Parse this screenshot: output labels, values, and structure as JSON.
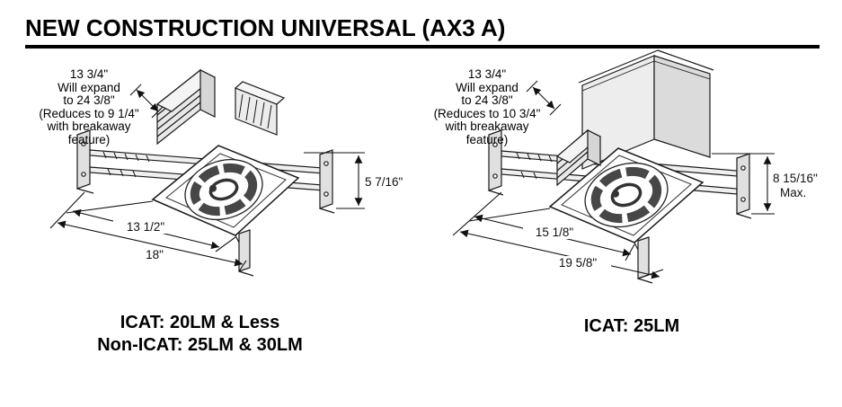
{
  "page": {
    "title": "NEW CONSTRUCTION UNIVERSAL (AX3 A)"
  },
  "figures": {
    "left": {
      "note": {
        "line1": "13 3/4\"",
        "line2": "Will expand",
        "line3": "to 24 3/8\"",
        "line4": "(Reduces to 9 1/4\"",
        "line5": "with breakaway",
        "line6": "feature)"
      },
      "dims": {
        "height": "5 7/16\"",
        "inner_width": "13 1/2\"",
        "outer_width": "18\""
      },
      "caption": {
        "line1": "ICAT: 20LM & Less",
        "line2": "Non-ICAT: 25LM & 30LM"
      }
    },
    "right": {
      "note": {
        "line1": "13 3/4\"",
        "line2": "Will expand",
        "line3": "to 24 3/8\"",
        "line4": "(Reduces to 10 3/4\"",
        "line5": "with breakaway",
        "line6": "feature)"
      },
      "dims": {
        "height": "8 15/16\"",
        "height_qualifier": "Max.",
        "inner_width": "15 1/8\"",
        "outer_width": "19 5/8\""
      },
      "caption": {
        "line1": "ICAT: 25LM"
      }
    }
  }
}
